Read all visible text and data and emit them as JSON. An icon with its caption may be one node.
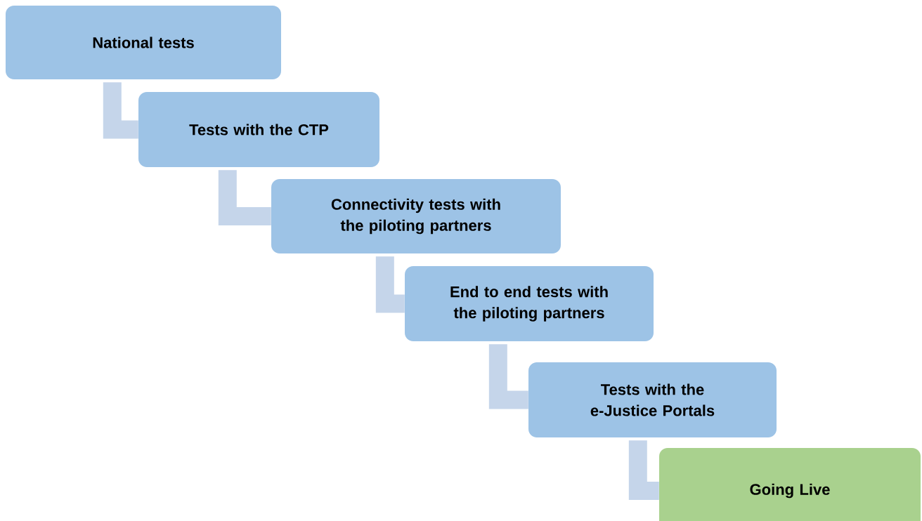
{
  "diagram": {
    "nodes": [
      {
        "text": [
          "National tests"
        ]
      },
      {
        "text": [
          "Tests with the CTP"
        ]
      },
      {
        "text": [
          "Connectivity tests with the piloting partners"
        ]
      },
      {
        "text": [
          "End to end tests with the piloting partners"
        ]
      },
      {
        "text": [
          "Tests with the e-Justice Portals"
        ]
      },
      {
        "text": [
          "Going Live"
        ]
      }
    ],
    "edges": [
      {
        "from": 0,
        "to": 1,
        "arrow": "none"
      },
      {
        "from": 1,
        "to": 2,
        "arrow": "none"
      },
      {
        "from": 2,
        "to": 3,
        "arrow": "none"
      },
      {
        "from": 3,
        "to": 4,
        "arrow": "none"
      },
      {
        "from": 4,
        "to": 5,
        "arrow": "none"
      }
    ]
  }
}
